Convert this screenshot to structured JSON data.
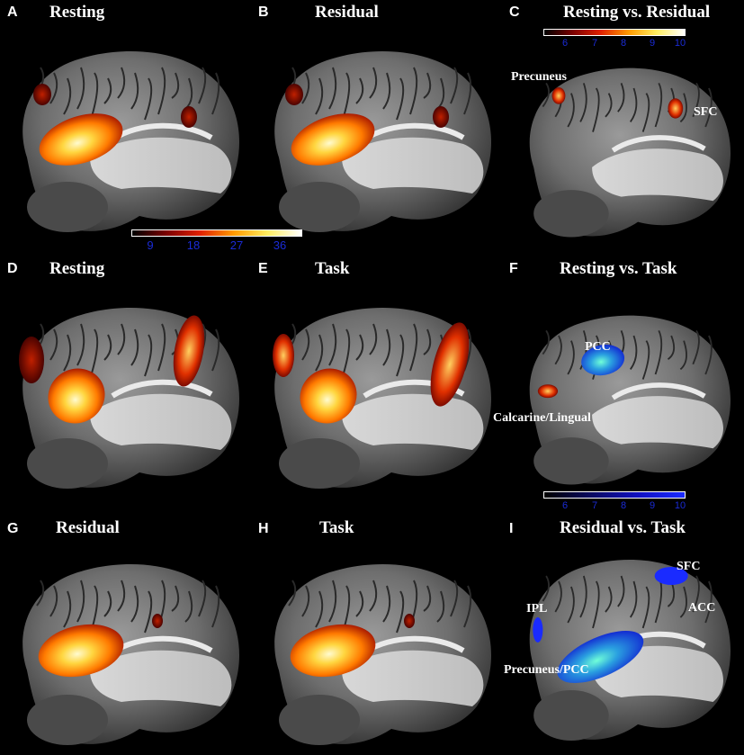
{
  "panels": [
    {
      "letter": "A",
      "title": "Resting"
    },
    {
      "letter": "B",
      "title": "Residual"
    },
    {
      "letter": "C",
      "title": "Resting vs. Residual"
    },
    {
      "letter": "D",
      "title": "Resting"
    },
    {
      "letter": "E",
      "title": "Task"
    },
    {
      "letter": "F",
      "title": "Resting vs. Task"
    },
    {
      "letter": "G",
      "title": "Residual"
    },
    {
      "letter": "H",
      "title": "Task"
    },
    {
      "letter": "I",
      "title": "Residual vs. Task"
    }
  ],
  "colorbars": {
    "main_hot": {
      "ticks": [
        "9",
        "18",
        "27",
        "36"
      ],
      "colors": [
        "#000000",
        "#7a0000",
        "#e02000",
        "#ff9a00",
        "#ffee60",
        "#ffffff"
      ]
    },
    "c_hot": {
      "ticks": [
        "6",
        "7",
        "8",
        "9",
        "10"
      ],
      "colors": [
        "#000000",
        "#7a0000",
        "#e02000",
        "#ff9a00",
        "#ffee60",
        "#ffffff"
      ]
    },
    "blue": {
      "ticks": [
        "6",
        "7",
        "8",
        "9",
        "10"
      ],
      "colors": [
        "#000000",
        "#0a0a60",
        "#1010c0",
        "#1a2bff"
      ]
    }
  },
  "annotations": {
    "c_precuneus": "Precuneus",
    "c_sfc": "SFC",
    "f_pcc": "PCC",
    "f_calcarine": "Calcarine/Lingual",
    "i_sfc": "SFC",
    "i_ipl": "IPL",
    "i_acc": "ACC",
    "i_precuneus": "Precuneus/PCC"
  },
  "colors": {
    "hot_core": "#fff6a0",
    "hot_mid": "#ff9a00",
    "hot_edge": "#b01000",
    "blue": "#1a2bff",
    "cyan": "#4fe0d0"
  }
}
